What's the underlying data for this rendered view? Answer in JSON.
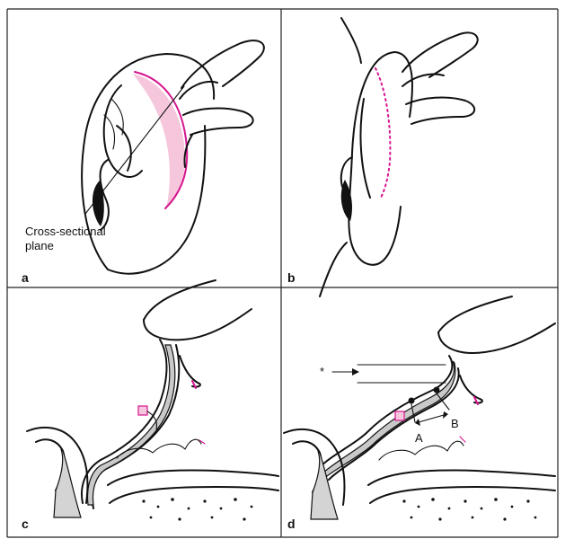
{
  "panels": [
    {
      "letter": "a"
    },
    {
      "letter": "b"
    },
    {
      "letter": "c"
    },
    {
      "letter": "d"
    }
  ],
  "annotations": {
    "plane_line1": "Cross-sectional",
    "plane_line2": "plane",
    "label_A": "A",
    "label_B": "B",
    "asterisk": "*"
  },
  "colors": {
    "incision": "#d6168f",
    "highlight": "#f5c6dc",
    "cartilage": "#c9c9c9",
    "bone": "#d4d4d4"
  }
}
